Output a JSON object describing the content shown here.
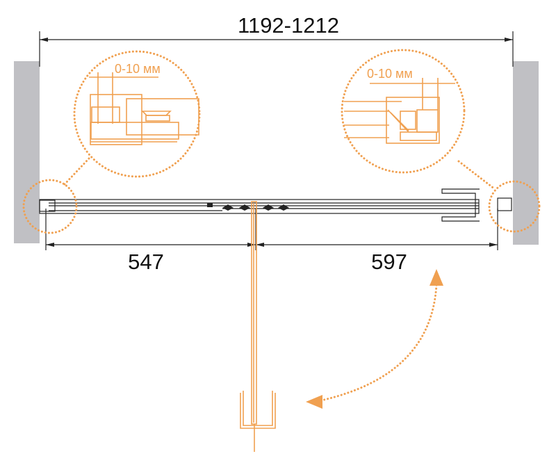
{
  "diagram": {
    "total_width_label": "1192-1212",
    "left_segment_label": "547",
    "right_segment_label": "597",
    "left_detail_adjustment_label": "0-10 мм",
    "right_detail_adjustment_label": "0-10 мм"
  },
  "colors": {
    "accent": "#f0a050",
    "wall": "#c0c0c4",
    "line": "#222222"
  }
}
